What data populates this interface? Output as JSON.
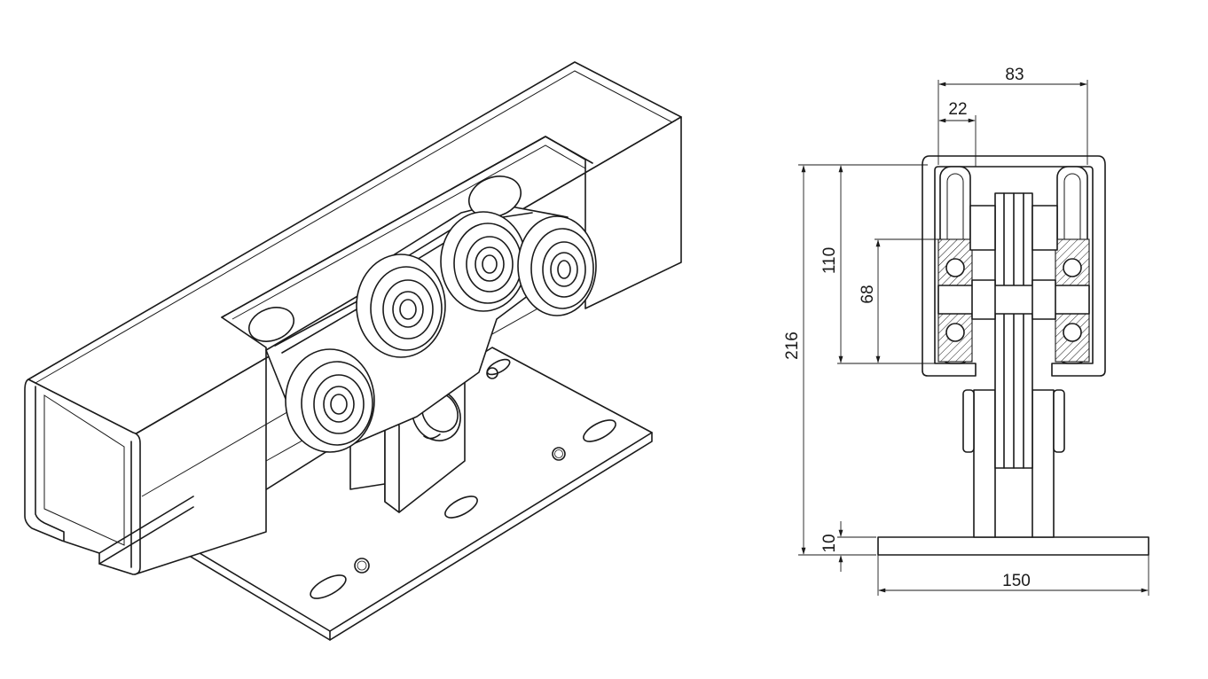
{
  "dimensions": {
    "width_total": "83",
    "rail_wall": "22",
    "height_total": "216",
    "rail_height": "110",
    "wheel_axis": "68",
    "plate_thickness": "10",
    "plate_width": "150"
  }
}
